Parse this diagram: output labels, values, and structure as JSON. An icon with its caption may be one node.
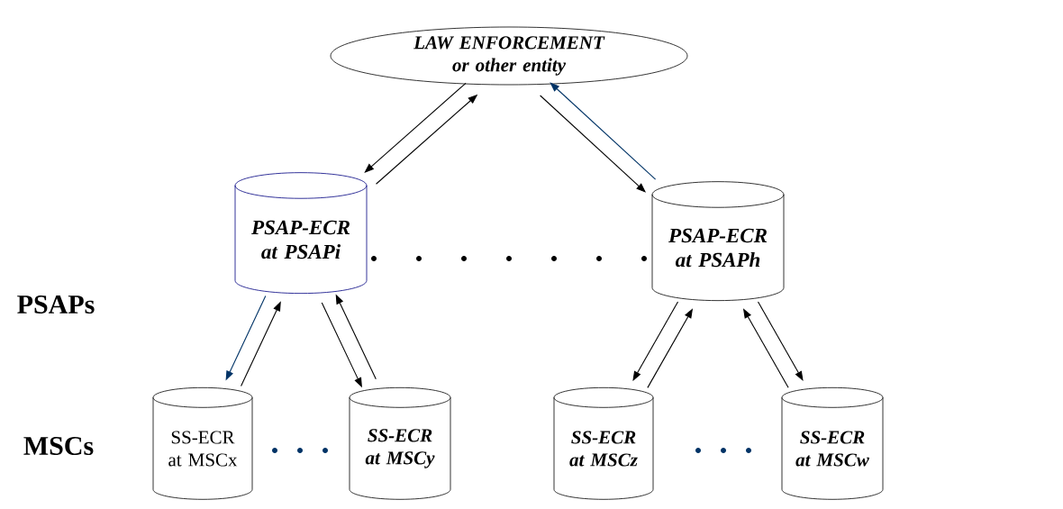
{
  "diagram": {
    "nodes": [
      {
        "text": [
          "LAW ENFORCEMENT or other entity"
        ]
      },
      {
        "text": [
          "PSAP-ECR at PSAPi"
        ]
      },
      {
        "text": [
          "PSAP-ECR at PSAPh"
        ]
      },
      {
        "text": [
          "SS-ECR at MSCx"
        ]
      },
      {
        "text": [
          "SS-ECR at MSCy"
        ]
      },
      {
        "text": [
          "SS-ECR at MSCz"
        ]
      },
      {
        "text": [
          "SS-ECR at MSCw"
        ]
      }
    ],
    "edges": [
      {
        "from": 0,
        "to": 1,
        "arrow": "to"
      },
      {
        "from": 1,
        "to": 0,
        "arrow": "to"
      },
      {
        "from": 0,
        "to": 2,
        "arrow": "to"
      },
      {
        "from": 2,
        "to": 0,
        "arrow": "to",
        "color": "#003366"
      },
      {
        "from": 1,
        "to": 3,
        "arrow": "to",
        "color": "#003366"
      },
      {
        "from": 3,
        "to": 1,
        "arrow": "to"
      },
      {
        "from": 1,
        "to": 4,
        "arrow": "to"
      },
      {
        "from": 4,
        "to": 1,
        "arrow": "to"
      },
      {
        "from": 2,
        "to": 5,
        "arrow": "to"
      },
      {
        "from": 5,
        "to": 2,
        "arrow": "to"
      },
      {
        "from": 2,
        "to": 6,
        "arrow": "to"
      },
      {
        "from": 6,
        "to": 2,
        "arrow": "to"
      }
    ],
    "labels": [
      "PSAPs",
      "MSCs"
    ]
  }
}
